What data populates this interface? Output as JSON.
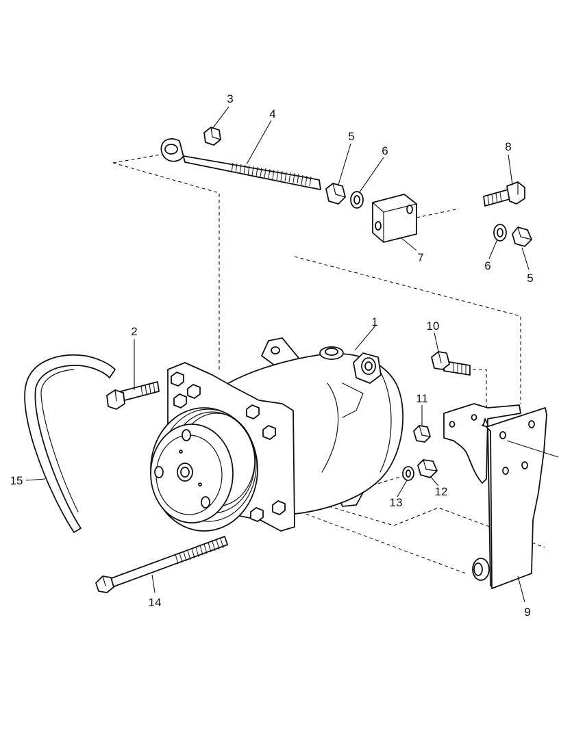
{
  "callouts": [
    {
      "id": "c1",
      "text": "1"
    },
    {
      "id": "c2",
      "text": "2"
    },
    {
      "id": "c3",
      "text": "3"
    },
    {
      "id": "c4",
      "text": "4"
    },
    {
      "id": "c5a",
      "text": "5"
    },
    {
      "id": "c6a",
      "text": "6"
    },
    {
      "id": "c7",
      "text": "7"
    },
    {
      "id": "c8",
      "text": "8"
    },
    {
      "id": "c6b",
      "text": "6"
    },
    {
      "id": "c5b",
      "text": "5"
    },
    {
      "id": "c9",
      "text": "9"
    },
    {
      "id": "c10",
      "text": "10"
    },
    {
      "id": "c11",
      "text": "11"
    },
    {
      "id": "c12",
      "text": "12"
    },
    {
      "id": "c13",
      "text": "13"
    },
    {
      "id": "c14",
      "text": "14"
    },
    {
      "id": "c15",
      "text": "15"
    }
  ],
  "colors": {
    "line": "#111111",
    "background": "#ffffff"
  }
}
